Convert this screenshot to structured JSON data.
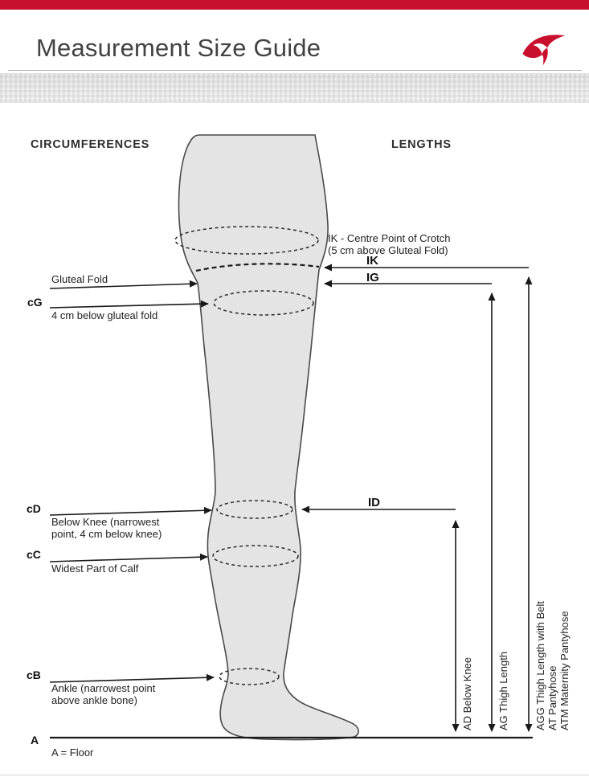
{
  "header": {
    "title": "Measurement Size Guide"
  },
  "headings": {
    "circumferences": "CIRCUMFERENCES",
    "lengths": "LENGTHS"
  },
  "circumferences": {
    "gluteal_fold": "Gluteal Fold",
    "cg_code": "cG",
    "cg_desc": "4 cm below gluteal fold",
    "cd_code": "cD",
    "cd_desc_1": "Below Knee (narrowest",
    "cd_desc_2": "point, 4 cm below knee)",
    "cc_code": "cC",
    "cc_desc": "Widest Part of Calf",
    "cb_code": "cB",
    "cb_desc_1": "Ankle (narrowest point",
    "cb_desc_2": "above ankle bone)",
    "a_code": "A",
    "a_desc": "A = Floor"
  },
  "lengths": {
    "ik_note_1": "IK - Centre Point of Crotch",
    "ik_note_2": "(5 cm above Gluteal Fold)",
    "ik_code": "IK",
    "ig_code": "IG",
    "id_code": "ID",
    "ad_label": "AD Below Knee",
    "ag_label": "AG Thigh Length",
    "agg_label": "AGG Thigh Length with Belt",
    "at_label": "AT Pantyhose",
    "atm_label": "ATM Maternity Pantyhose"
  },
  "colors": {
    "accent_red": "#c8102e",
    "leg_fill": "#e4e4e4",
    "line": "#1a1a1a"
  }
}
